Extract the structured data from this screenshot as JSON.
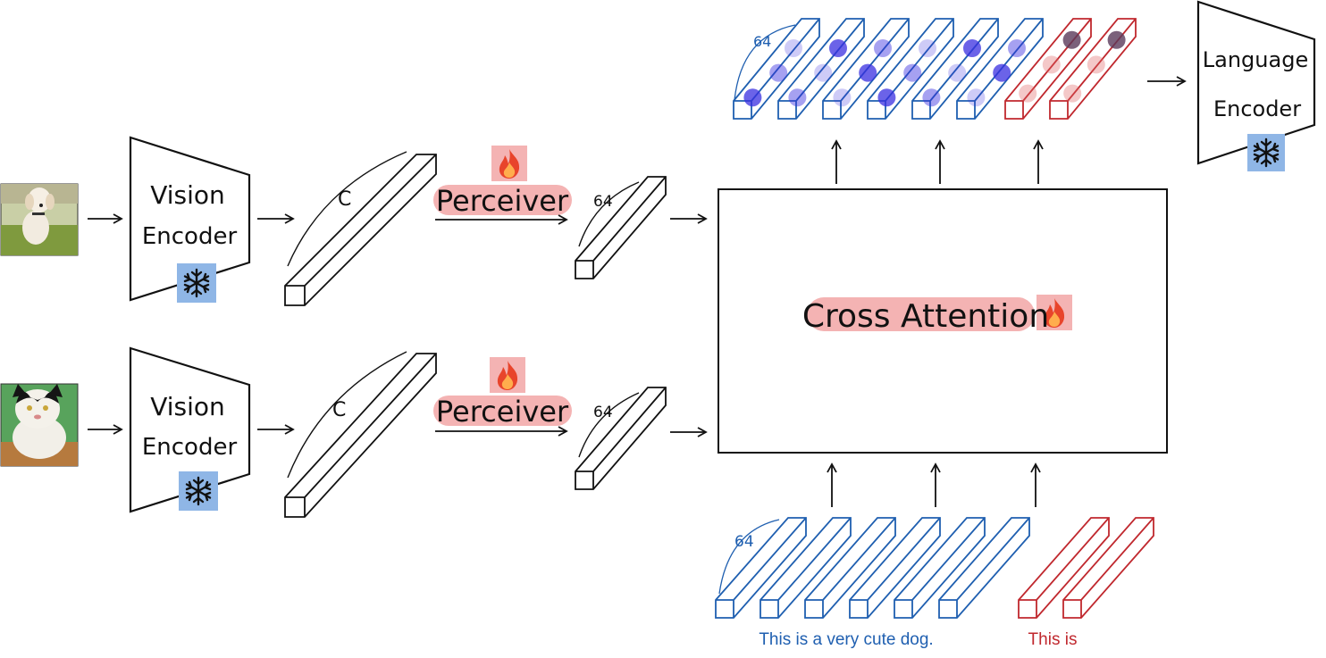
{
  "vision_encoder_top": {
    "line1": "Vision",
    "line2": "Encoder"
  },
  "vision_encoder_bottom": {
    "line1": "Vision",
    "line2": "Encoder"
  },
  "perceiver_top": {
    "label": "Perceiver"
  },
  "perceiver_bottom": {
    "label": "Perceiver"
  },
  "feature_top": {
    "dim_label": "C"
  },
  "feature_bottom": {
    "dim_label": "C"
  },
  "latent_top": {
    "dim_label": "64"
  },
  "latent_bottom": {
    "dim_label": "64"
  },
  "cross_attention": {
    "label": "Cross Attention"
  },
  "language_encoder": {
    "line1": "Language",
    "line2": "Encoder"
  },
  "output_tokens": {
    "dim_label": "64"
  },
  "text_tokens": {
    "dim_label": "64",
    "caption_blue": "This is a very cute dog.",
    "caption_red": "This is"
  },
  "colors": {
    "blue": "#1f5fb0",
    "red": "#c0282e",
    "highlight": "#f4b3b3",
    "frozen": "#8fb6e6",
    "dot_blue": "#3a2fe0"
  },
  "icons": {
    "frozen": "snowflake-icon",
    "trainable": "fire-icon",
    "dog_image": "dog-photo",
    "cat_image": "cat-photo"
  }
}
